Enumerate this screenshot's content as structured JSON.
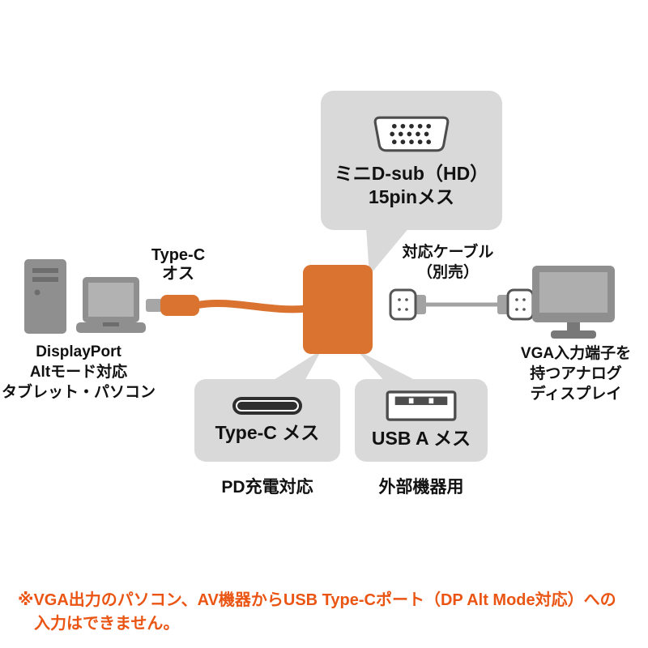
{
  "colors": {
    "callout_bg": "#d9d9d9",
    "adapter_orange": "#d9732f",
    "device_gray": "#8f8f8f",
    "warning_text": "#ea5514",
    "label_text": "#111111"
  },
  "icons": {
    "desktop_pc": "tower-pc",
    "laptop": "laptop",
    "typec_plug": "usb-c-male-plug",
    "adapter": "usb-c-vga-adapter",
    "dsub_port": "vga-d-sub-15pin-female",
    "vga_cable": "vga-cable-both-ends",
    "monitor": "analog-display",
    "typec_port": "usb-c-female-port",
    "usba_port": "usb-a-female-port"
  },
  "callouts": {
    "dsub": {
      "line1": "ミニD-sub（HD）",
      "line2": "15pinメス"
    },
    "typec_female": {
      "label": "Type-C メス",
      "caption": "PD充電対応"
    },
    "usb_a": {
      "label": "USB A メス",
      "caption": "外部機器用"
    }
  },
  "labels": {
    "typec_male": {
      "line1": "Type-C",
      "line2": "オス"
    },
    "vga_cable": {
      "line1": "対応ケーブル",
      "line2": "（別売）"
    },
    "source_device": {
      "line1": "DisplayPort",
      "line2": "Altモード対応",
      "line3": "タブレット・パソコン"
    },
    "display_device": {
      "line1": "VGA入力端子を",
      "line2": "持つアナログ",
      "line3": "ディスプレイ"
    }
  },
  "warning": {
    "line1": "※VGA出力のパソコン、AV機器からUSB Type-Cポート（DP Alt Mode対応）への",
    "line2": "入力はできません。"
  }
}
